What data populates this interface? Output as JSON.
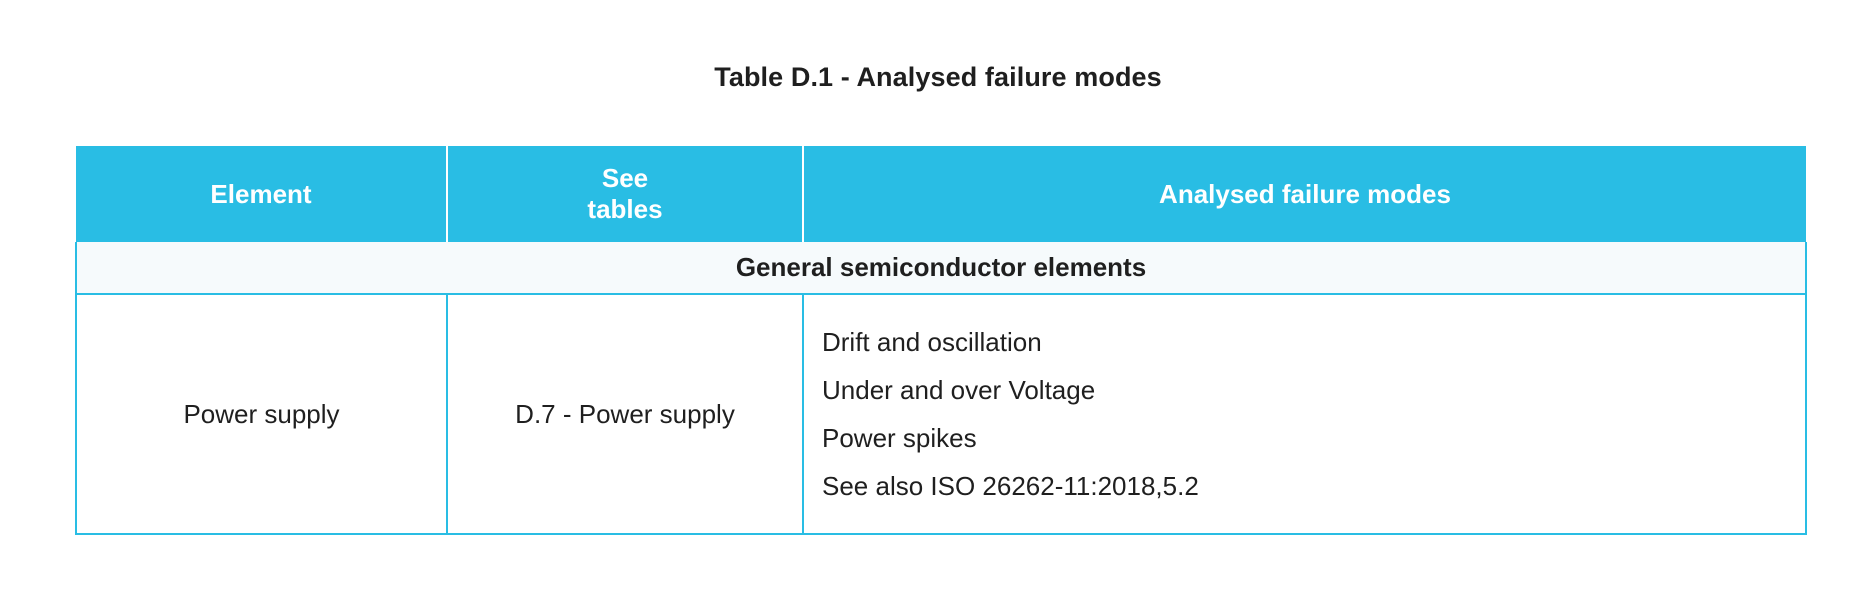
{
  "caption": "Table D.1 - Analysed failure modes",
  "colors": {
    "header_fill": "#29bde4",
    "header_text": "#ffffff",
    "border": "#29bde4",
    "group_band_fill": "#f6fafc",
    "body_text": "#1f1f1f",
    "page_background": "#ffffff"
  },
  "table": {
    "headers": [
      {
        "label": "Element"
      },
      {
        "label": "See\ntables",
        "line1": "See",
        "line2": "tables"
      },
      {
        "label": "Analysed failure modes"
      }
    ],
    "groups": [
      {
        "band_label": "General semiconductor elements",
        "rows": [
          {
            "element": "Power supply",
            "see_tables": "D.7 - Power supply",
            "failure_modes": [
              "Drift and oscillation",
              "Under and over Voltage",
              "Power spikes",
              "See also ISO 26262-11:2018,5.2"
            ]
          }
        ]
      }
    ]
  }
}
